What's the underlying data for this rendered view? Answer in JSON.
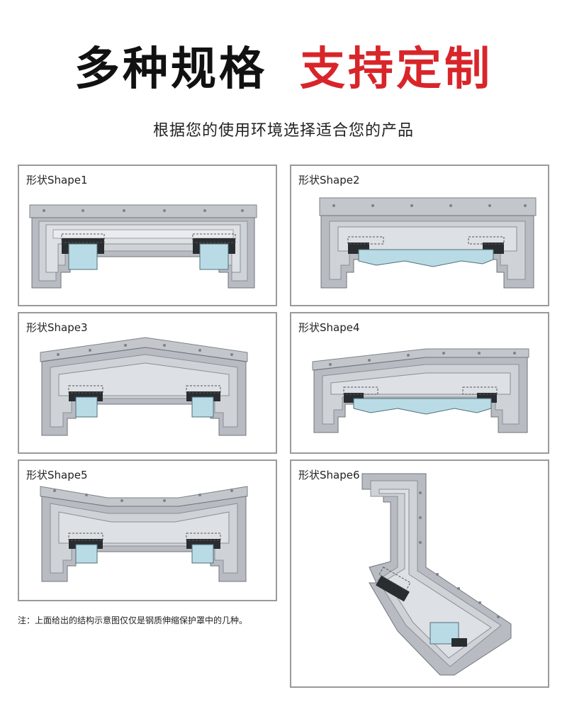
{
  "headline": {
    "part1": "多种规格",
    "part2": "支持定制"
  },
  "subtitle": "根据您的使用环境选择适合您的产品",
  "shapes": [
    {
      "label": "形状Shape1"
    },
    {
      "label": "形状Shape2"
    },
    {
      "label": "形状Shape3"
    },
    {
      "label": "形状Shape4"
    },
    {
      "label": "形状Shape5"
    },
    {
      "label": "形状Shape6"
    }
  ],
  "note": "注：上面给出的结构示意图仅仅是钢质伸缩保护罩中的几种。",
  "colors": {
    "accent": "#d8252a",
    "cover_gray": "#b8bcc2",
    "rail_blue": "#b9dbe6",
    "seal_dark": "#2a2d30"
  }
}
